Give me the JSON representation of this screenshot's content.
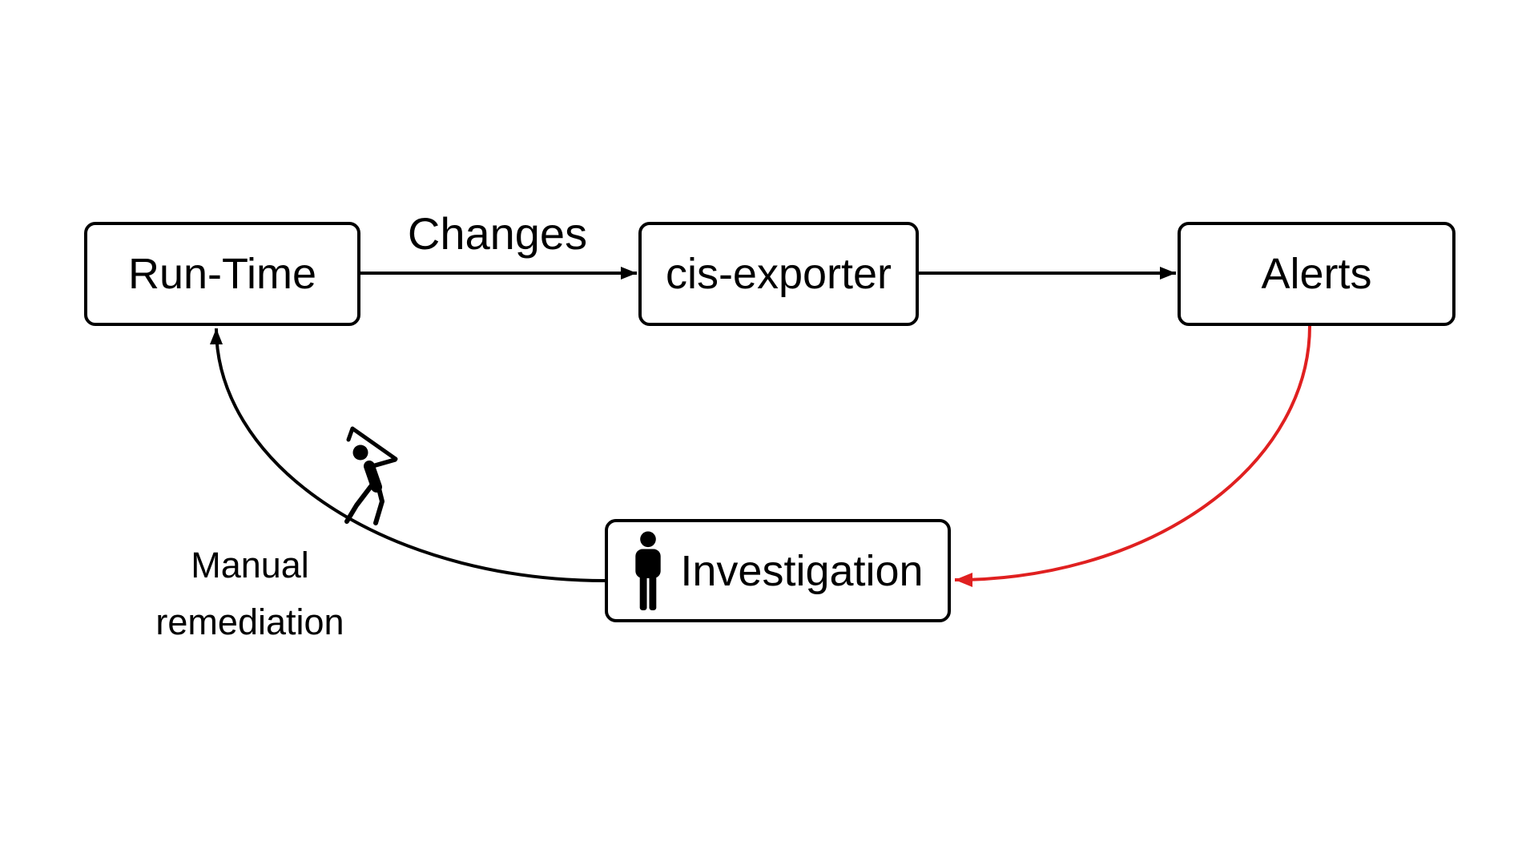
{
  "diagram": {
    "background_color": "#ffffff",
    "line_color": "#000000",
    "alert_color": "#e02020",
    "nodes": [
      {
        "id": "run-time",
        "label": "Run-Time"
      },
      {
        "id": "cis-exporter",
        "label": "cis-exporter"
      },
      {
        "id": "alerts",
        "label": "Alerts"
      },
      {
        "id": "investigation",
        "label": "Investigation",
        "icon": "person-icon"
      }
    ],
    "edges": [
      {
        "from": "run-time",
        "to": "cis-exporter",
        "label": "Changes",
        "color": "#000000",
        "style": "straight-arrow"
      },
      {
        "from": "cis-exporter",
        "to": "alerts",
        "label": "",
        "color": "#000000",
        "style": "straight-arrow"
      },
      {
        "from": "alerts",
        "to": "investigation",
        "label": "",
        "color": "#e02020",
        "style": "curved-arrow"
      },
      {
        "from": "investigation",
        "to": "run-time",
        "label": "Manual remediation",
        "label_line1": "Manual",
        "label_line2": "remediation",
        "color": "#000000",
        "style": "curved-arrow",
        "icon": "golfer-icon"
      }
    ]
  }
}
